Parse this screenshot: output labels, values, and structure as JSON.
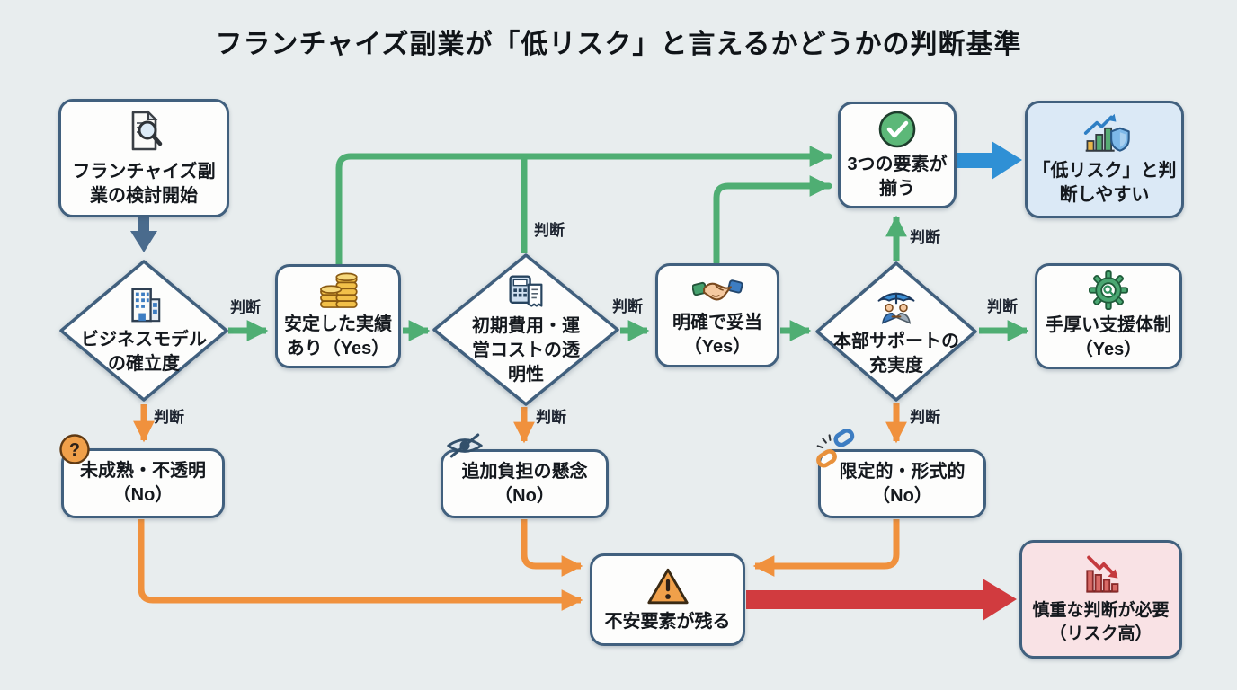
{
  "title": "フランチャイズ副業が「低リスク」と言えるかどうかの判断基準",
  "labels": {
    "judgment": "判断"
  },
  "nodes": {
    "start": {
      "label": "フランチャイズ副業の検討開始",
      "icon": "document-search-icon"
    },
    "model": {
      "label": "ビジネスモデルの確立度",
      "icon": "building-icon"
    },
    "yes1": {
      "label": "安定した実績あり（Yes）",
      "icon": "coins-icon"
    },
    "cost": {
      "label": "初期費用・運営コストの透明性",
      "icon": "calculator-receipt-icon"
    },
    "yes2": {
      "label": "明確で妥当（Yes）",
      "icon": "handshake-icon"
    },
    "support": {
      "label": "本部サポートの充実度",
      "icon": "umbrella-support-icon"
    },
    "yes3": {
      "label": "手厚い支援体制（Yes）",
      "icon": "gear-icon"
    },
    "combine": {
      "label": "3つの要素が揃う",
      "icon": "check-circle-icon"
    },
    "low_risk": {
      "label": "「低リスク」と判断しやすい",
      "icon": "chart-shield-icon"
    },
    "no1": {
      "label": "未成熟・不透明（No）",
      "icon": "question-badge-icon"
    },
    "no2": {
      "label": "追加負担の懸念（No）",
      "icon": "eye-slash-icon"
    },
    "no3": {
      "label": "限定的・形式的（No）",
      "icon": "broken-chain-icon"
    },
    "concern": {
      "label": "不安要素が残る",
      "icon": "warning-icon"
    },
    "high_risk": {
      "label": "慎重な判断が必要（リスク高）",
      "icon": "declining-chart-icon"
    }
  },
  "edges": [
    {
      "from": "start",
      "to": "model",
      "color": "slate",
      "label": ""
    },
    {
      "from": "model",
      "to": "yes1",
      "color": "green",
      "label": "判断"
    },
    {
      "from": "yes1",
      "to": "cost",
      "color": "green",
      "label": ""
    },
    {
      "from": "cost",
      "to": "yes2",
      "color": "green",
      "label": "判断"
    },
    {
      "from": "yes2",
      "to": "support",
      "color": "green",
      "label": ""
    },
    {
      "from": "support",
      "to": "yes3",
      "color": "green",
      "label": "判断"
    },
    {
      "from": "yes1",
      "to": "combine",
      "color": "green",
      "label": "判断"
    },
    {
      "from": "yes2",
      "to": "combine",
      "color": "green",
      "label": ""
    },
    {
      "from": "support",
      "to": "combine",
      "color": "green",
      "label": "判断"
    },
    {
      "from": "combine",
      "to": "low_risk",
      "color": "blue",
      "label": ""
    },
    {
      "from": "model",
      "to": "no1",
      "color": "orange",
      "label": "判断"
    },
    {
      "from": "cost",
      "to": "no2",
      "color": "orange",
      "label": "判断"
    },
    {
      "from": "support",
      "to": "no3",
      "color": "orange",
      "label": "判断"
    },
    {
      "from": "no1",
      "to": "concern",
      "color": "orange",
      "label": ""
    },
    {
      "from": "no2",
      "to": "concern",
      "color": "orange",
      "label": ""
    },
    {
      "from": "no3",
      "to": "concern",
      "color": "orange",
      "label": ""
    },
    {
      "from": "concern",
      "to": "high_risk",
      "color": "red",
      "label": ""
    }
  ],
  "colors": {
    "background": "#e8edee",
    "node_border": "#41607e",
    "node_fill": "#fdfdfc",
    "green": "#4fae73",
    "orange": "#f0913d",
    "red": "#d13b3f",
    "blue": "#2f90d5",
    "slate_arrow": "#4a6b8d",
    "low_risk_fill": "#dbe9f6",
    "high_risk_fill": "#f9e2e5"
  }
}
